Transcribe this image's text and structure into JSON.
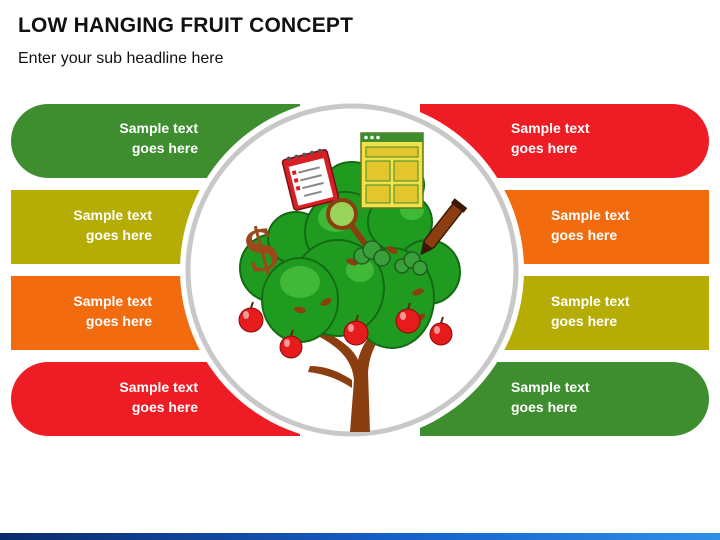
{
  "header": {
    "title": "LOW HANGING FRUIT CONCEPT",
    "subtitle": "Enter your sub headline here"
  },
  "colors": {
    "green": "#3e8e2f",
    "red": "#ee1c25",
    "olive": "#b5ad06",
    "orange": "#f26b0f",
    "ring": "#c8c8c8",
    "tree": "#1f9b1f",
    "trunk": "#8b3e10"
  },
  "bars": [
    {
      "side": "left",
      "color": "green",
      "line1": "Sample text",
      "line2": "goes here"
    },
    {
      "side": "left",
      "color": "olive",
      "line1": "Sample text",
      "line2": "goes here"
    },
    {
      "side": "left",
      "color": "orange",
      "line1": "Sample text",
      "line2": "goes here"
    },
    {
      "side": "left",
      "color": "red",
      "line1": "Sample text",
      "line2": "goes here"
    },
    {
      "side": "right",
      "color": "red",
      "line1": "Sample text",
      "line2": "goes here"
    },
    {
      "side": "right",
      "color": "orange",
      "line1": "Sample text",
      "line2": "goes here"
    },
    {
      "side": "right",
      "color": "olive",
      "line1": "Sample text",
      "line2": "goes here"
    },
    {
      "side": "right",
      "color": "green",
      "line1": "Sample text",
      "line2": "goes here"
    }
  ],
  "center": {
    "icons": [
      "notepad-icon",
      "web-page-icon",
      "dollar-sign-icon",
      "magnifier-icon",
      "pen-icon",
      "apple-icon"
    ]
  }
}
